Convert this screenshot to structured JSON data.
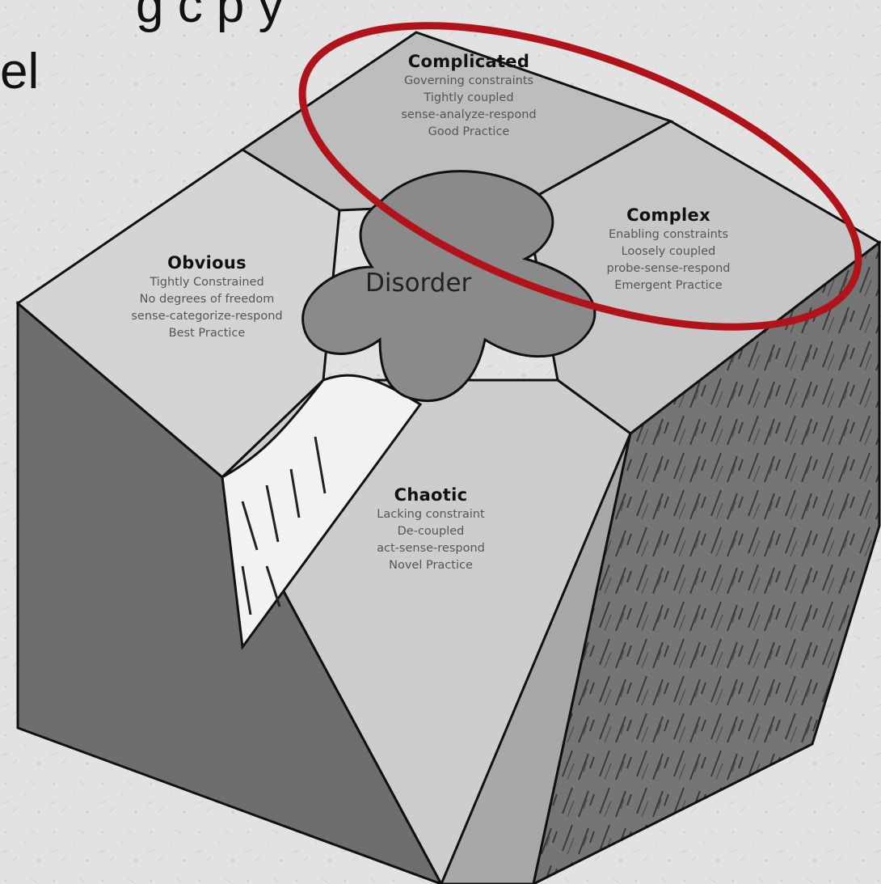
{
  "slide": {
    "title_fragment": "g  c  p  y",
    "line_fragment": "el"
  },
  "domains": {
    "complicated": {
      "name": "Complicated",
      "lines": [
        "Governing constraints",
        "Tightly coupled",
        "sense-analyze-respond",
        "Good Practice"
      ]
    },
    "complex": {
      "name": "Complex",
      "lines": [
        "Enabling constraints",
        "Loosely coupled",
        "probe-sense-respond",
        "Emergent Practice"
      ]
    },
    "obvious": {
      "name": "Obvious",
      "lines": [
        "Tightly Constrained",
        "No degrees of freedom",
        "sense-categorize-respond",
        "Best Practice"
      ]
    },
    "chaotic": {
      "name": "Chaotic",
      "lines": [
        "Lacking constraint",
        "De-coupled",
        "act-sense-respond",
        "Novel Practice"
      ]
    }
  },
  "disorder": {
    "label": "Disorder"
  },
  "colors": {
    "highlight": "#b0141a",
    "top_face_light": "#d2d2d2",
    "top_face_mid": "#bcbcbc",
    "side_face_left": "#6f6f6f",
    "side_face_right": "#777777",
    "disorder_fill": "#8a8a8a",
    "background": "#e2e2e2"
  }
}
